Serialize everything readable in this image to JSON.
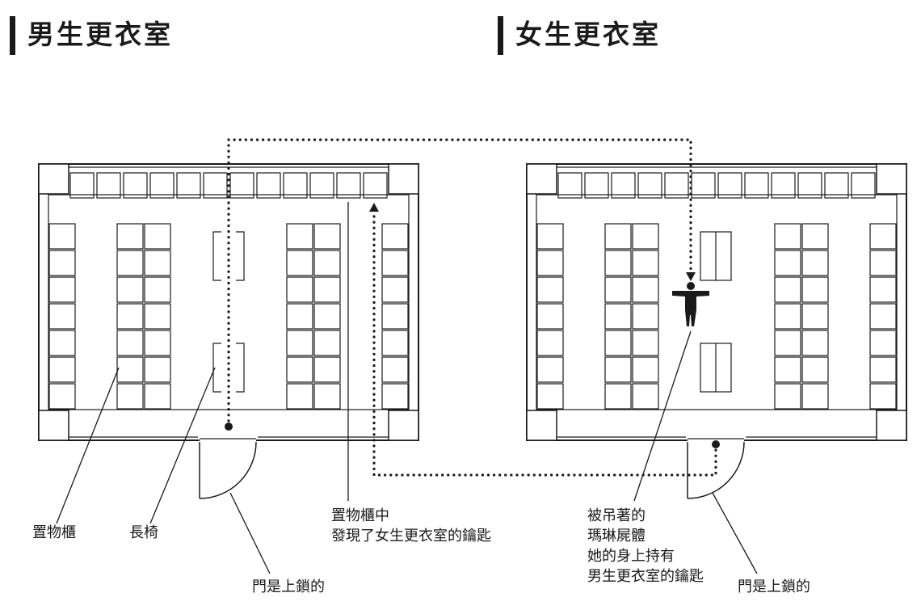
{
  "titles": {
    "men": "男生更衣室",
    "women": "女生更衣室"
  },
  "labels": {
    "lockers": "置物櫃",
    "bench": "長椅",
    "door_locked_men": "門是上鎖的",
    "key_found_line1": "置物櫃中",
    "key_found_line2": "發現了女生更衣室的鑰匙",
    "body_line1": "被吊著的",
    "body_line2": "瑪琳屍體",
    "body_line3": "她的身上持有",
    "body_line4": "男生更衣室的鑰匙",
    "door_locked_women": "門是上鎖的"
  },
  "icons": {
    "figure": "hanging-person-icon",
    "arrow": "arrowhead-icon"
  },
  "colors": {
    "ink": "#1a1a1a",
    "background": "#ffffff"
  }
}
